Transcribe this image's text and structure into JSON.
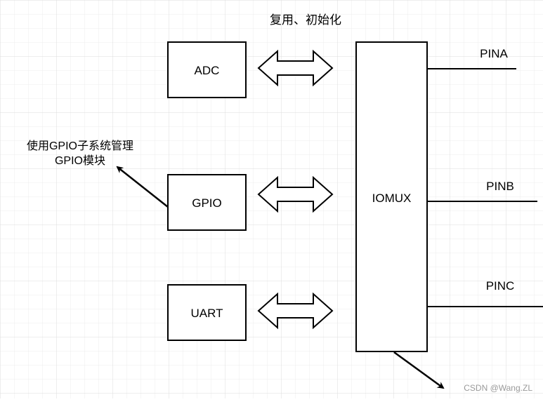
{
  "diagram": {
    "top_label": "复用、初始化",
    "modules": {
      "adc": "ADC",
      "gpio": "GPIO",
      "uart": "UART"
    },
    "iomux_label": "IOMUX",
    "pins": {
      "pina": "PINA",
      "pinb": "PINB",
      "pinc": "PINC"
    },
    "annotation": {
      "line1": "使用GPIO子系统管理",
      "line2": "GPIO模块"
    },
    "watermark": "CSDN @Wang.ZL",
    "colors": {
      "background": "#ffffff",
      "grid": "#e6e6e6",
      "stroke": "#000000",
      "watermark": "#9a9a9a"
    }
  }
}
